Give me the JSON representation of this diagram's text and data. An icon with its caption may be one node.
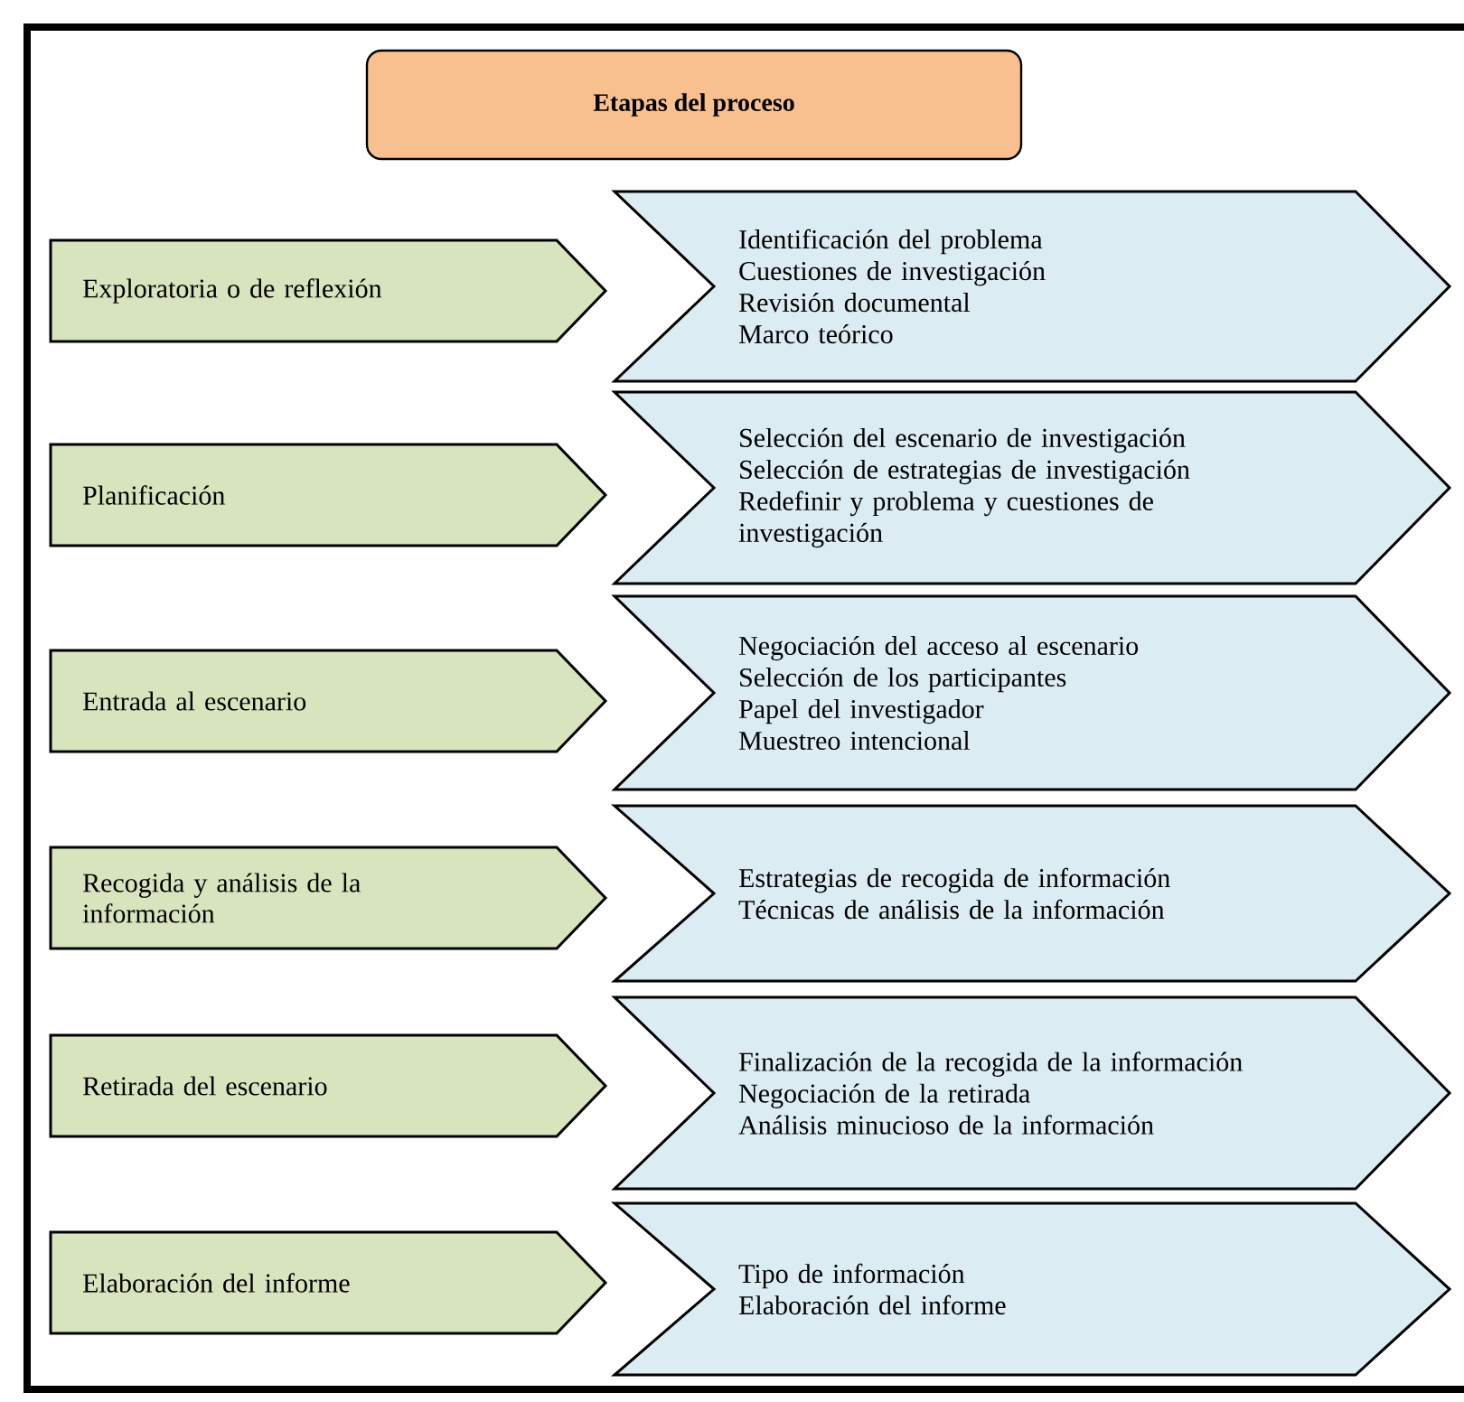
{
  "diagram": {
    "nodes": [
      {
        "text": [
          "Etapas del proceso"
        ]
      },
      {
        "text": [
          "Exploratoria o de reflexión"
        ]
      },
      {
        "text": [
          "Identificación del problema",
          "Cuestiones de investigación",
          "Revisión documental",
          "Marco teórico"
        ]
      },
      {
        "text": [
          "Planificación"
        ]
      },
      {
        "text": [
          "Selección del escenario de investigación",
          "Selección de estrategias de investigación",
          "Redefinir y problema y cuestiones de investigación"
        ]
      },
      {
        "text": [
          "Entrada al escenario"
        ]
      },
      {
        "text": [
          "Negociación del acceso al escenario",
          "Selección de los participantes",
          "Papel del investigador",
          "Muestreo intencional"
        ]
      },
      {
        "text": [
          "Recogida y análisis de la información"
        ]
      },
      {
        "text": [
          "Estrategias de recogida de información",
          "Técnicas de análisis de la información"
        ]
      },
      {
        "text": [
          "Retirada del escenario"
        ]
      },
      {
        "text": [
          "Finalización de la recogida de la información",
          "Negociación de la retirada",
          "Análisis minucioso de la información"
        ]
      },
      {
        "text": [
          "Elaboración del informe"
        ]
      },
      {
        "text": [
          "Tipo de información",
          "Elaboración del informe"
        ]
      }
    ]
  }
}
